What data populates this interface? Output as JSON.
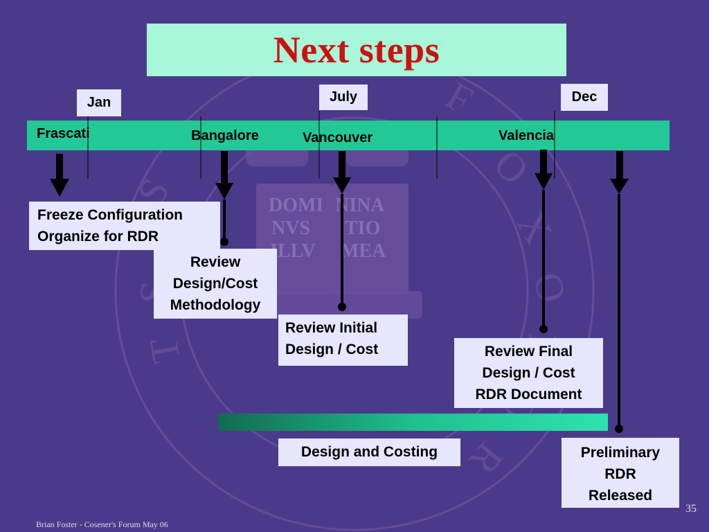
{
  "title": "Next steps",
  "months": [
    "Jan",
    "July",
    "Dec"
  ],
  "locations": [
    "Frascati",
    "Bangalore",
    "Vancouver",
    "Valencia"
  ],
  "milestones": {
    "freeze": [
      "Freeze Configuration",
      "Organize for RDR"
    ],
    "review_methodology": [
      "Review",
      "Design/Cost",
      "Methodology"
    ],
    "review_initial": [
      "Review Initial",
      "Design / Cost"
    ],
    "review_final": [
      "Review Final",
      "Design / Cost",
      "RDR Document"
    ],
    "design_costing": "Design and Costing",
    "preliminary": [
      "Preliminary",
      "RDR",
      "Released"
    ]
  },
  "seal_text": {
    "motto": [
      "DOMI",
      "NVS",
      "ILLV",
      "NINA",
      "TIO",
      "MEA"
    ]
  },
  "page_number": "35",
  "footer": "Brian Foster - Cosener's Forum May 06",
  "colors": {
    "background": "#4b3a8a",
    "title_box": "#a7f7d9",
    "title_text": "#cc1111",
    "timeline_bar": "#22c997",
    "label_box": "#e6e6ff"
  }
}
